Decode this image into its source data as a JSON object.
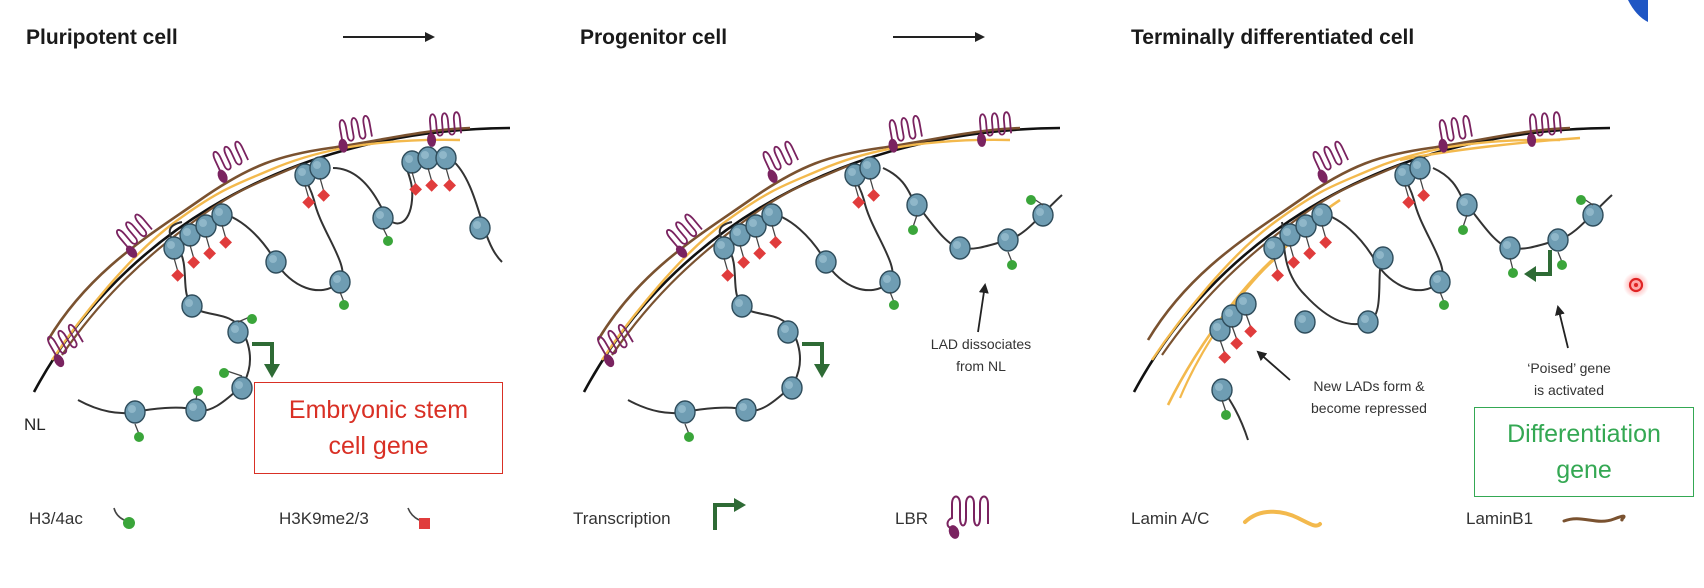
{
  "stages": [
    {
      "title": "Pluripotent cell"
    },
    {
      "title": "Progenitor cell"
    },
    {
      "title": "Terminally differentiated cell"
    }
  ],
  "labels": {
    "nl": "NL",
    "lad_dissociates": [
      "LAD dissociates",
      "from NL"
    ],
    "new_lads": [
      "New LADs form &",
      "become repressed"
    ],
    "poised_gene": [
      "‘Poised’ gene",
      "is activated"
    ]
  },
  "callouts": {
    "embryonic_stem_cell_gene": [
      "Embryonic stem",
      "cell gene"
    ],
    "differentiation_gene": [
      "Differentiation",
      "gene"
    ]
  },
  "legend": [
    {
      "label": "H3/4ac",
      "icon": "acetylation-mark-icon"
    },
    {
      "label": "H3K9me2/3",
      "icon": "methylation-mark-icon"
    },
    {
      "label": "Transcription",
      "icon": "transcription-arrow-icon"
    },
    {
      "label": "LBR",
      "icon": "lbr-icon"
    },
    {
      "label": "Lamin A/C",
      "icon": "lamin-ac-icon"
    },
    {
      "label": "LaminB1",
      "icon": "laminb1-icon"
    }
  ],
  "colors": {
    "nucleosome": "#6f9db3",
    "acetylation": "#3aa53a",
    "methylation": "#e03c3c",
    "transcription": "#2e6b35",
    "lbr": "#7a2360",
    "lamin_ac": "#f3b94d",
    "laminb1": "#7a5230",
    "callout_red": "#d93025",
    "callout_green": "#34a853",
    "accent_blue": "#1f56c4"
  }
}
